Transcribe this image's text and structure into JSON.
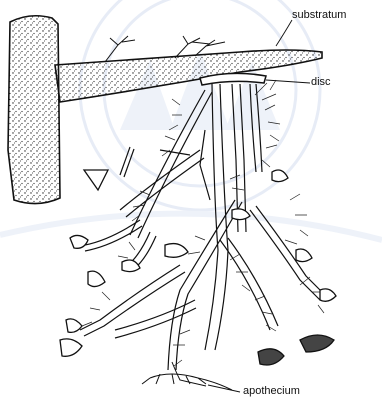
{
  "labels": {
    "substratum": "substratum",
    "disc": "disc",
    "apothecium": "apothecium"
  },
  "colors": {
    "ink": "#111111",
    "paper": "#ffffff",
    "watermark": "#e7ecf6"
  }
}
